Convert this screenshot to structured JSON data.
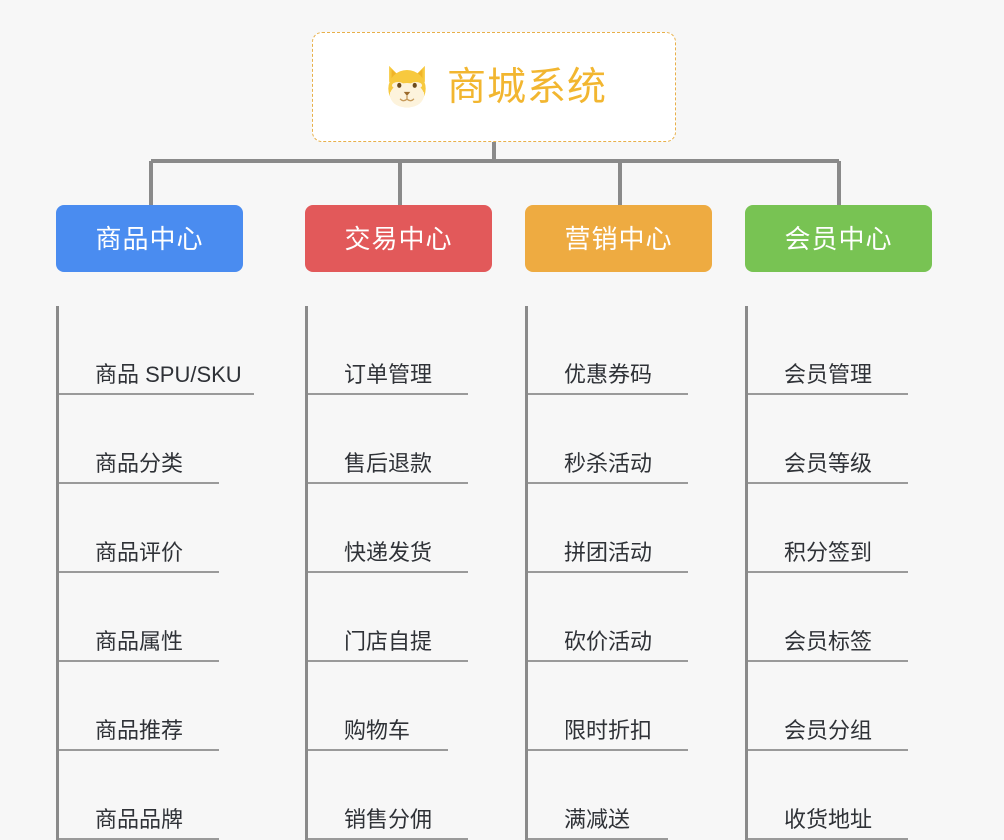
{
  "background_color": "#f7f7f7",
  "root": {
    "title": "商城系统",
    "icon": "shiba-dog-face-icon",
    "text_color": "#f2b630",
    "border_color": "#e8b04a",
    "fill_color": "#ffffff"
  },
  "connector_color": "#8a8a8a",
  "leaf_underline_color": "#9a9a9a",
  "leaf_text_color": "#2f3237",
  "columns": [
    {
      "label": "商品中心",
      "color": "#4a8cf0",
      "items": [
        "商品 SPU/SKU",
        "商品分类",
        "商品评价",
        "商品属性",
        "商品推荐",
        "商品品牌"
      ]
    },
    {
      "label": "交易中心",
      "color": "#e2595a",
      "items": [
        "订单管理",
        "售后退款",
        "快递发货",
        "门店自提",
        "购物车",
        "销售分佣"
      ]
    },
    {
      "label": "营销中心",
      "color": "#eeab41",
      "items": [
        "优惠券码",
        "秒杀活动",
        "拼团活动",
        "砍价活动",
        "限时折扣",
        "满减送"
      ]
    },
    {
      "label": "会员中心",
      "color": "#78c353",
      "items": [
        "会员管理",
        "会员等级",
        "积分签到",
        "会员标签",
        "会员分组",
        "收货地址"
      ]
    }
  ]
}
